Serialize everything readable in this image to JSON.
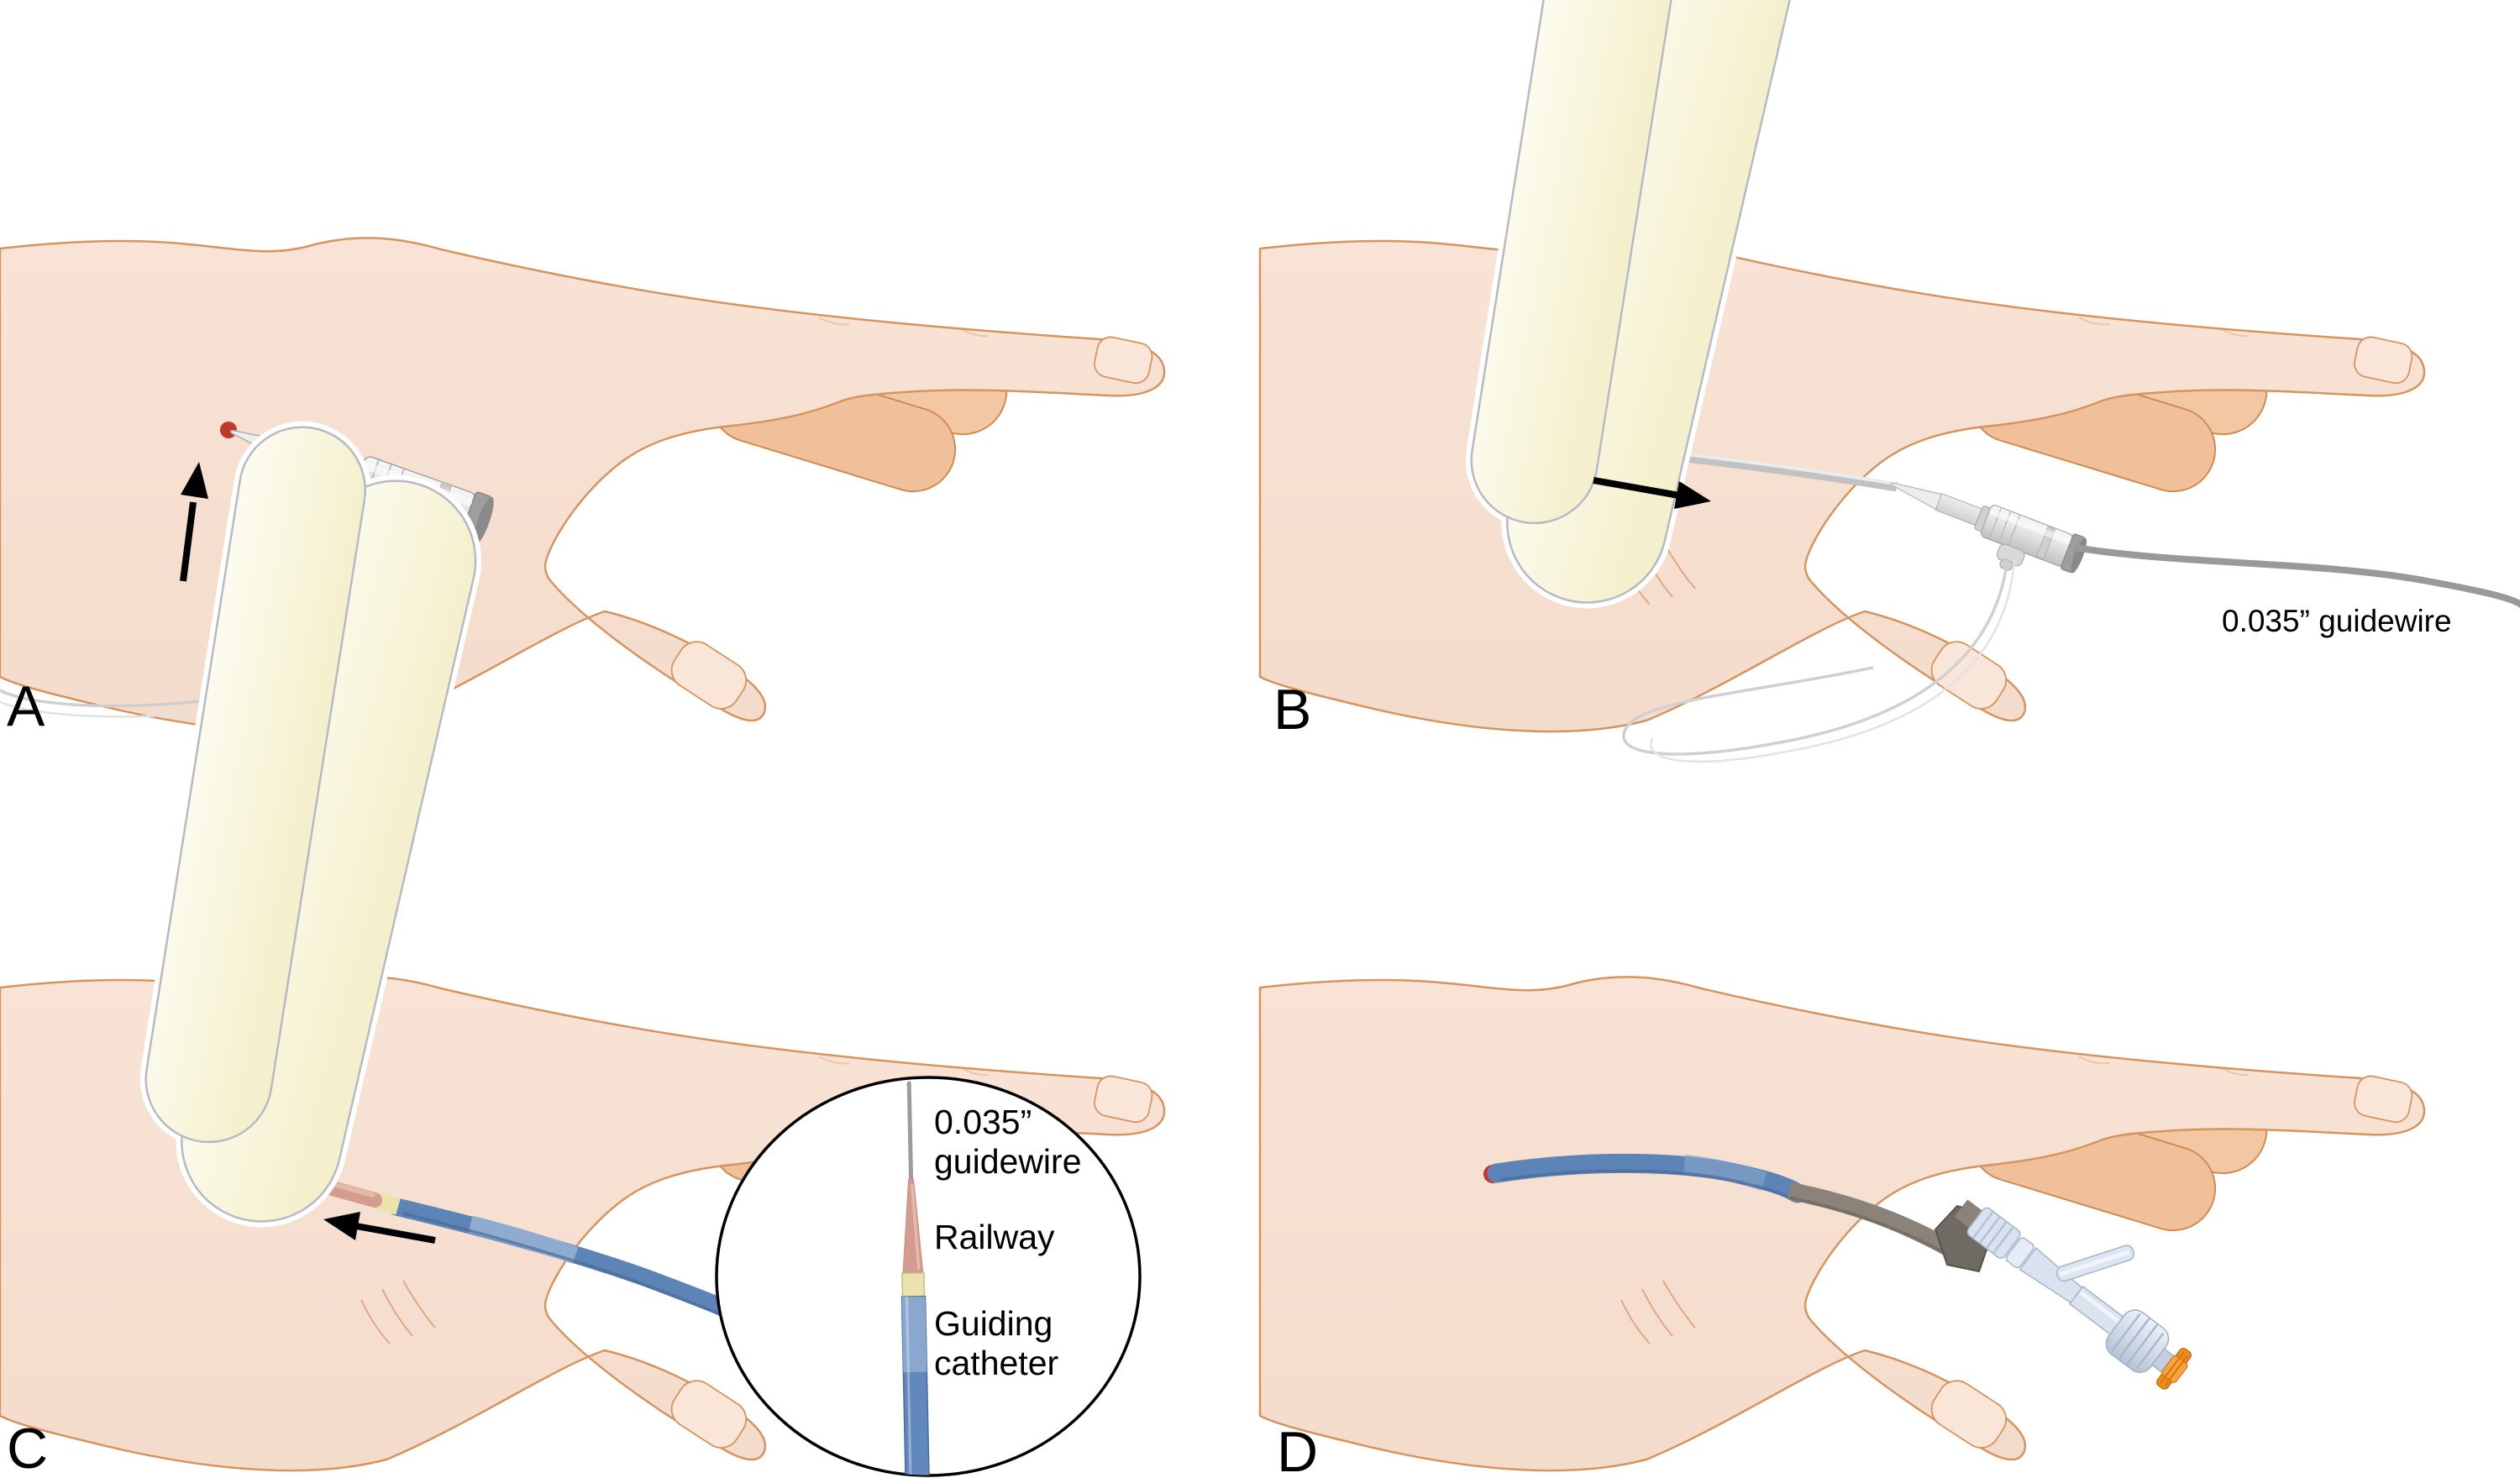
{
  "figure_labels": {
    "a": "A",
    "b": "B",
    "c": "C",
    "d": "D"
  },
  "annotations": {
    "b_guidewire": "0.035” guidewire",
    "inset_guidewire_line1": "0.035”",
    "inset_guidewire_line2": "guidewire",
    "inset_railway": "Railway",
    "inset_catheter_line1": "Guiding",
    "inset_catheter_line2": "catheter"
  },
  "colors": {
    "background": "#ffffff",
    "skin": "#f7e0d2",
    "skin_outline": "#d6945f",
    "flexed_finger": "#f3c7a1",
    "flexed_finger_outline": "#cf8c52",
    "glove": "#fbf9e4",
    "glove_outline": "#b6bac4",
    "catheter_blue": "#5d84b6",
    "catheter_blue_light": "#8fabd0",
    "railway_pink": "#d49c8f",
    "band_yellow": "#eae3ad",
    "guidewire_gray": "#999999",
    "cannula_gray": "#d9d9d9",
    "torquer_gray": "#6f6a64",
    "connector_blue": "#d9e2ee",
    "stopcock_orange": "#ee8b1f",
    "arrow_black": "#000000",
    "blood_red": "#c0392b"
  }
}
